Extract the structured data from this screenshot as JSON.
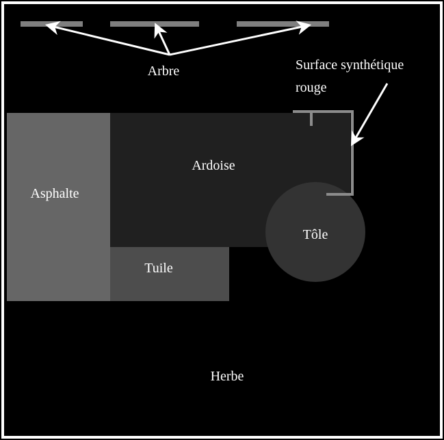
{
  "labels": {
    "tree": "Arbre",
    "red_synthetic_line1": "Surface synthétique",
    "red_synthetic_line2": "rouge",
    "slate": "Ardoise",
    "asphalt": "Asphalte",
    "sheet_metal": "Tôle",
    "tile": "Tuile",
    "grass": "Herbe"
  },
  "colors": {
    "background": "#000000",
    "border": "#ffffff",
    "tree_bars": "#7f7f7f",
    "asphalt": "#666666",
    "slate": "#202020",
    "tile": "#4d4d4d",
    "sheet_metal": "#333333",
    "red_synthetic_outline": "#8c8c8c",
    "arrows": "#ffffff",
    "text": "#ffffff"
  }
}
